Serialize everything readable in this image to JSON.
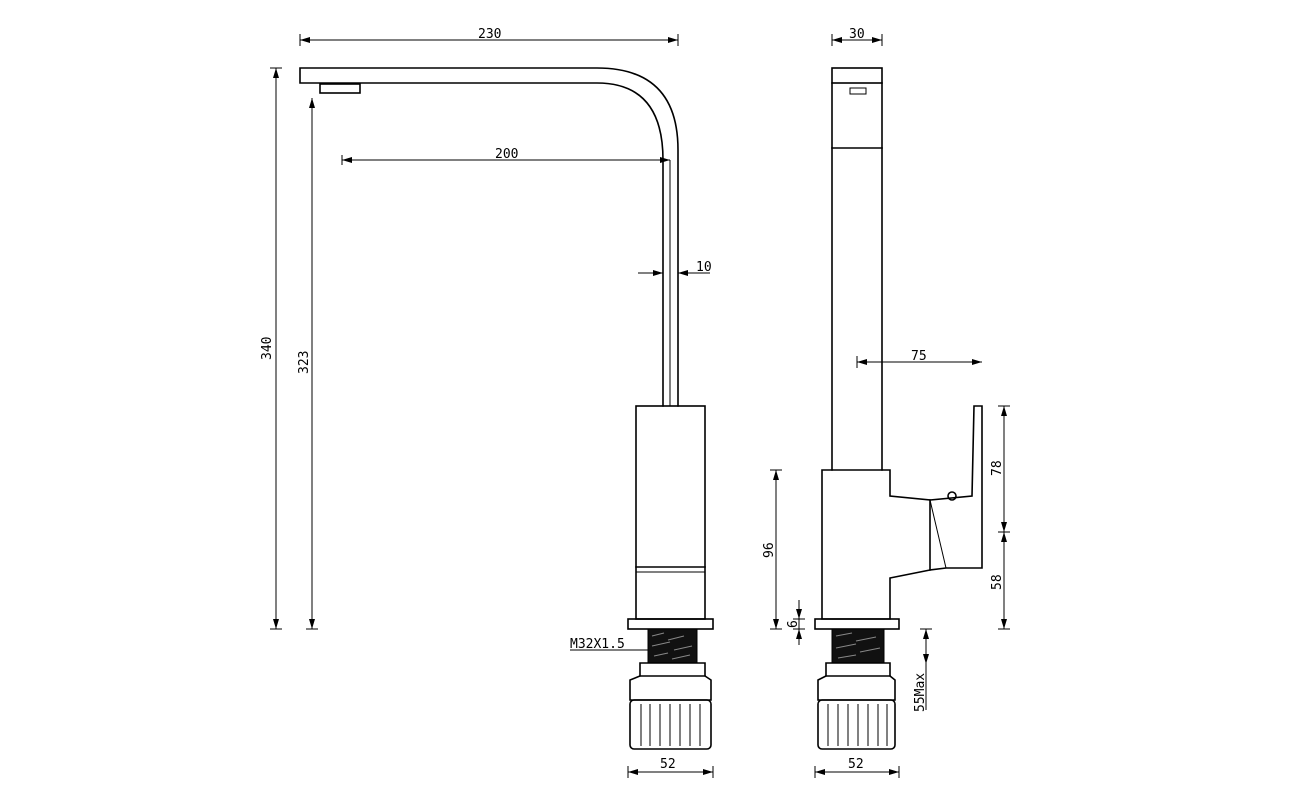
{
  "drawing": {
    "front_view": {
      "dimensions": {
        "spout_reach_total": "230",
        "spout_reach_center": "200",
        "spout_tube_width": "10",
        "overall_height": "340",
        "outlet_height": "323",
        "base_diameter": "52"
      },
      "thread_label": "M32X1.5"
    },
    "side_view": {
      "dimensions": {
        "spout_depth": "30",
        "lever_reach": "75",
        "body_height": "96",
        "base_ring_height": "6",
        "lever_upper": "78",
        "lever_lower": "58",
        "shank_max": "55Max",
        "base_diameter": "52"
      }
    }
  }
}
